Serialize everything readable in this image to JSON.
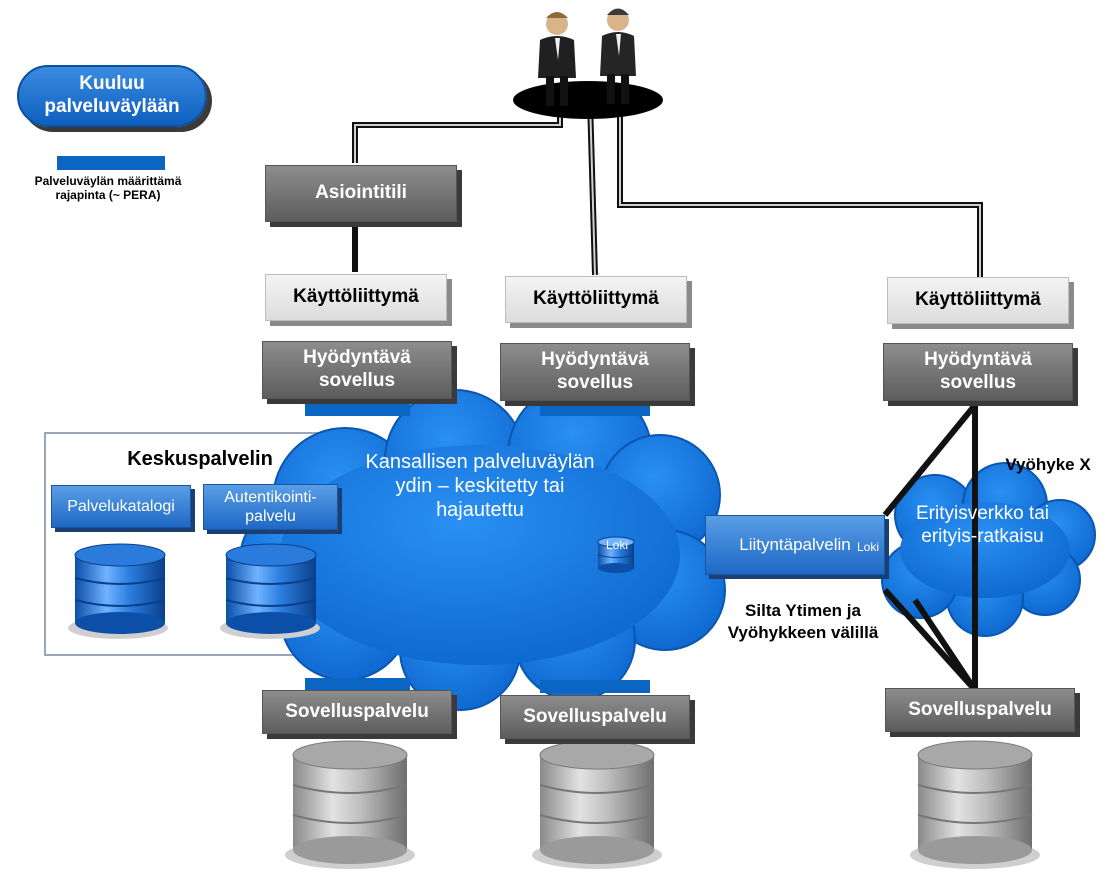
{
  "legend": {
    "pill_label": "Kuuluu palveluväylään",
    "interface_label": "Palveluväylän määrittämä rajapinta (~ PERA)",
    "interface_color": "#0a66c2"
  },
  "boxes": {
    "asiointitili": "Asiointitili",
    "kayttoliittyma_left": "Käyttöliittymä",
    "kayttoliittyma_mid": "Käyttöliittymä",
    "kayttoliittyma_right": "Käyttöliittymä",
    "hyodyntava_left": "Hyödyntävä sovellus",
    "hyodyntava_mid": "Hyödyntävä sovellus",
    "hyodyntava_right": "Hyödyntävä sovellus",
    "sovelluspalvelu_left": "Sovelluspalvelu",
    "sovelluspalvelu_mid": "Sovelluspalvelu",
    "sovelluspalvelu_right": "Sovelluspalvelu",
    "liityntapalvelin": "Liityntäpalvelin"
  },
  "keskuspalvelin": {
    "title": "Keskuspalvelin",
    "palvelukatalogi": "Palvelukatalogi",
    "autentikointi": "Autentikointi-palvelu"
  },
  "cloud": {
    "core_text": "Kansallisen palveluväylän ydin – keskitetty tai hajautettu",
    "loki_core": "Loki",
    "loki_bridge": "Loki",
    "zone_text": "Erityisverkko tai erityis-ratkaisu"
  },
  "labels": {
    "vyohyke": "Vyöhyke X",
    "silta": "Silta Ytimen ja Vyöhykkeen välillä"
  },
  "colors": {
    "cloud_blue": "#1b7fe6",
    "dark_box": "#6b6b6b",
    "light_box": "#e6e6e6"
  }
}
